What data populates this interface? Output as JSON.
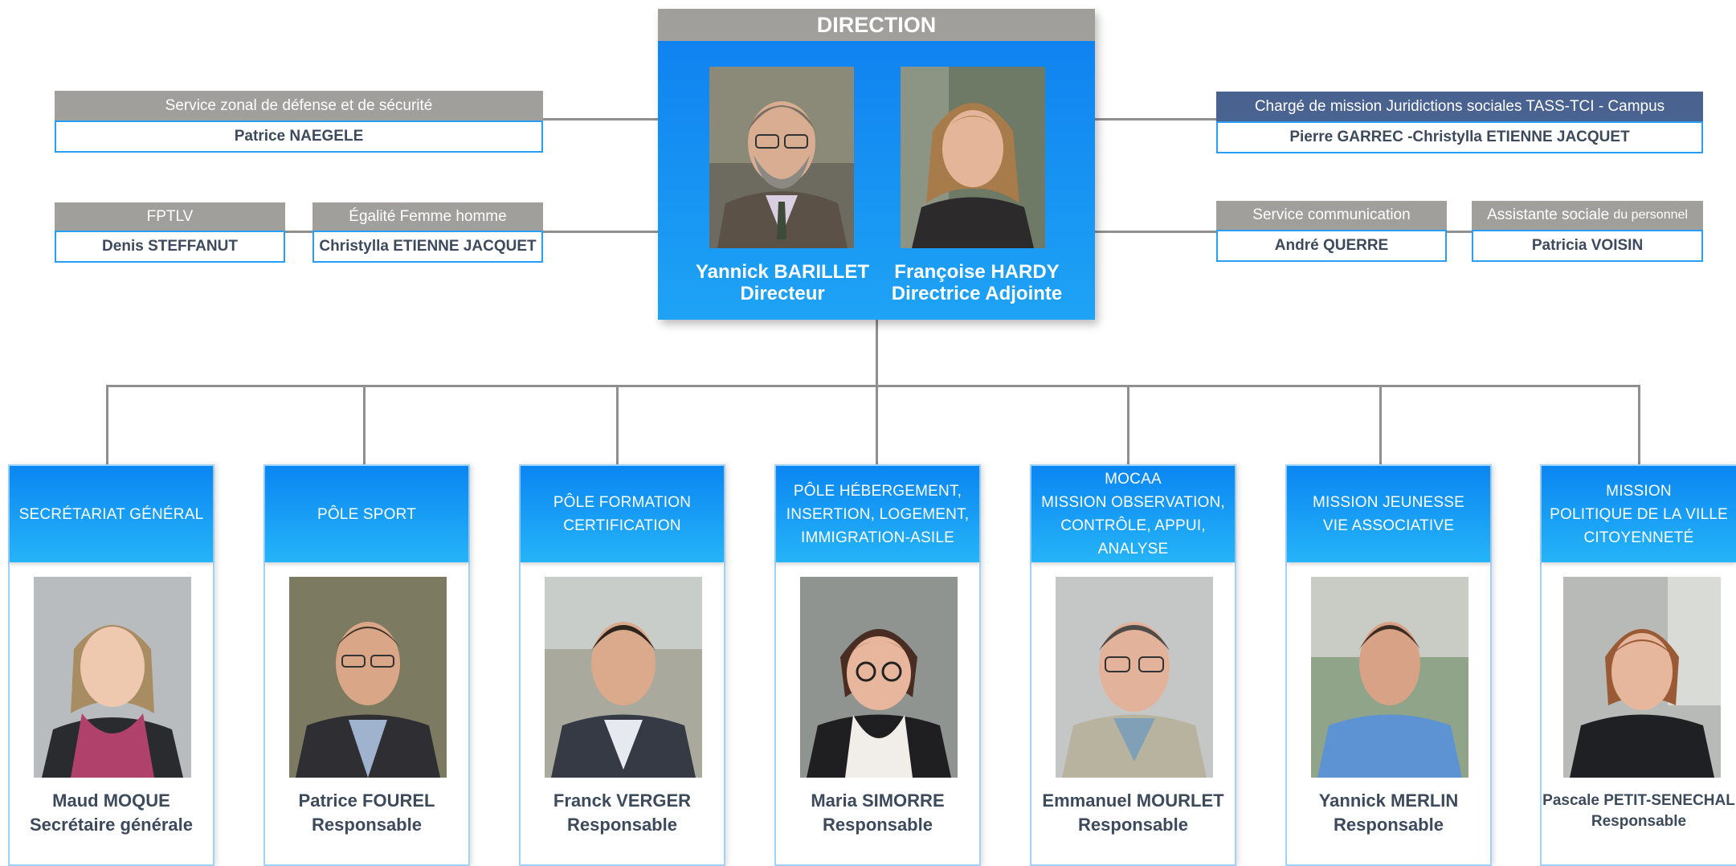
{
  "direction": {
    "title": "DIRECTION",
    "people": [
      {
        "name": "Yannick BARILLET",
        "role": "Directeur"
      },
      {
        "name": "Françoise HARDY",
        "role": "Directrice Adjointe"
      }
    ]
  },
  "left_services": [
    {
      "label": "Service zonal de défense et de sécurité",
      "name": "Patrice NAEGELE"
    },
    {
      "label": "FPTLV",
      "name": "Denis STEFFANUT"
    },
    {
      "label": "Égalité Femme homme",
      "name": "Christylla ETIENNE JACQUET"
    }
  ],
  "right_services": [
    {
      "label": "Chargé de mission Juridictions sociales TASS-TCI - Campus",
      "name": "Pierre GARREC -Christylla ETIENNE JACQUET"
    },
    {
      "label": "Service communication",
      "name": "André QUERRE"
    },
    {
      "label_main": "Assistante sociale",
      "label_small": "du personnel",
      "name": "Patricia VOISIN"
    }
  ],
  "poles": [
    {
      "lines": [
        "SECRÉTARIAT GÉNÉRAL"
      ],
      "name": "Maud MOQUE",
      "role": "Secrétaire générale"
    },
    {
      "lines": [
        "PÔLE SPORT"
      ],
      "name": "Patrice FOUREL",
      "role": "Responsable"
    },
    {
      "lines": [
        "PÔLE FORMATION",
        "CERTIFICATION"
      ],
      "name": "Franck VERGER",
      "role": "Responsable"
    },
    {
      "lines": [
        "PÔLE HÉBERGEMENT,",
        "INSERTION, LOGEMENT,",
        "IMMIGRATION-ASILE"
      ],
      "name": "Maria SIMORRE",
      "role": "Responsable"
    },
    {
      "lines": [
        "MOCAA",
        "MISSION OBSERVATION,",
        "CONTRÔLE, APPUI, ANALYSE"
      ],
      "name": "Emmanuel MOURLET",
      "role": "Responsable"
    },
    {
      "lines": [
        "MISSION JEUNESSE",
        "VIE ASSOCIATIVE"
      ],
      "name": "Yannick MERLIN",
      "role": "Responsable"
    },
    {
      "lines": [
        "MISSION",
        "POLITIQUE DE LA VILLE",
        "CITOYENNETÉ"
      ],
      "name": "Pascale PETIT-SENECHAL",
      "role": "Responsable"
    }
  ],
  "colors": {
    "header_grey": "#a19f9c",
    "header_navy": "#4a6290",
    "blue_top": "#0a86f2",
    "blue_bottom": "#25b4f8",
    "border_blue": "#2a9df4",
    "line_grey": "#8f8f8f"
  }
}
